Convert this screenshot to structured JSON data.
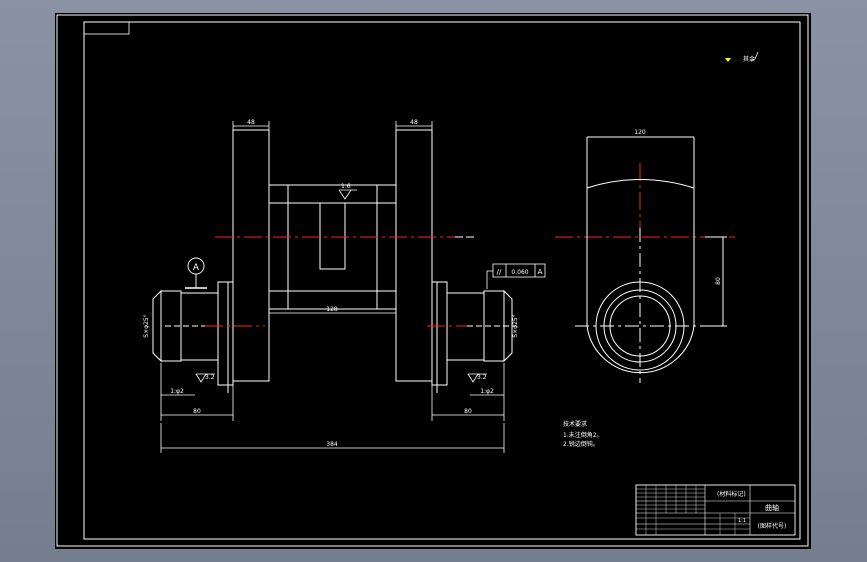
{
  "dimensions": {
    "left_hub_width": "48",
    "right_hub_width": "48",
    "right_view_width": "120",
    "center_span": "128",
    "right_view_height": "80",
    "bottom_left_len": "80",
    "bottom_right_len": "80",
    "overall_length": "384",
    "left_thread": "S×φ25°",
    "right_thread": "S×φ25°",
    "left_taper": "1:φ2",
    "right_taper": "1:φ2"
  },
  "callouts": {
    "datum_label": "A",
    "surface_finish_top": "1.6",
    "surface_finish_left": "3.2",
    "surface_finish_right": "3.2",
    "tolerance_symbol": "//",
    "tolerance_value": "0.060",
    "tolerance_datum": "A"
  },
  "corner_note": "其余",
  "notes": {
    "title": "技术要求",
    "line1": "1.未注倒角2。",
    "line2": "2.锐边倒钝。"
  },
  "title_block": {
    "header": "(材料标记)",
    "part_name": "曲轴",
    "drawing_no": "(图样代号)",
    "scale": "1:1"
  },
  "colors": {
    "background": "#000000",
    "lines": "#ffffff",
    "centerline": "#ff2020",
    "accent": "#ffff00"
  }
}
